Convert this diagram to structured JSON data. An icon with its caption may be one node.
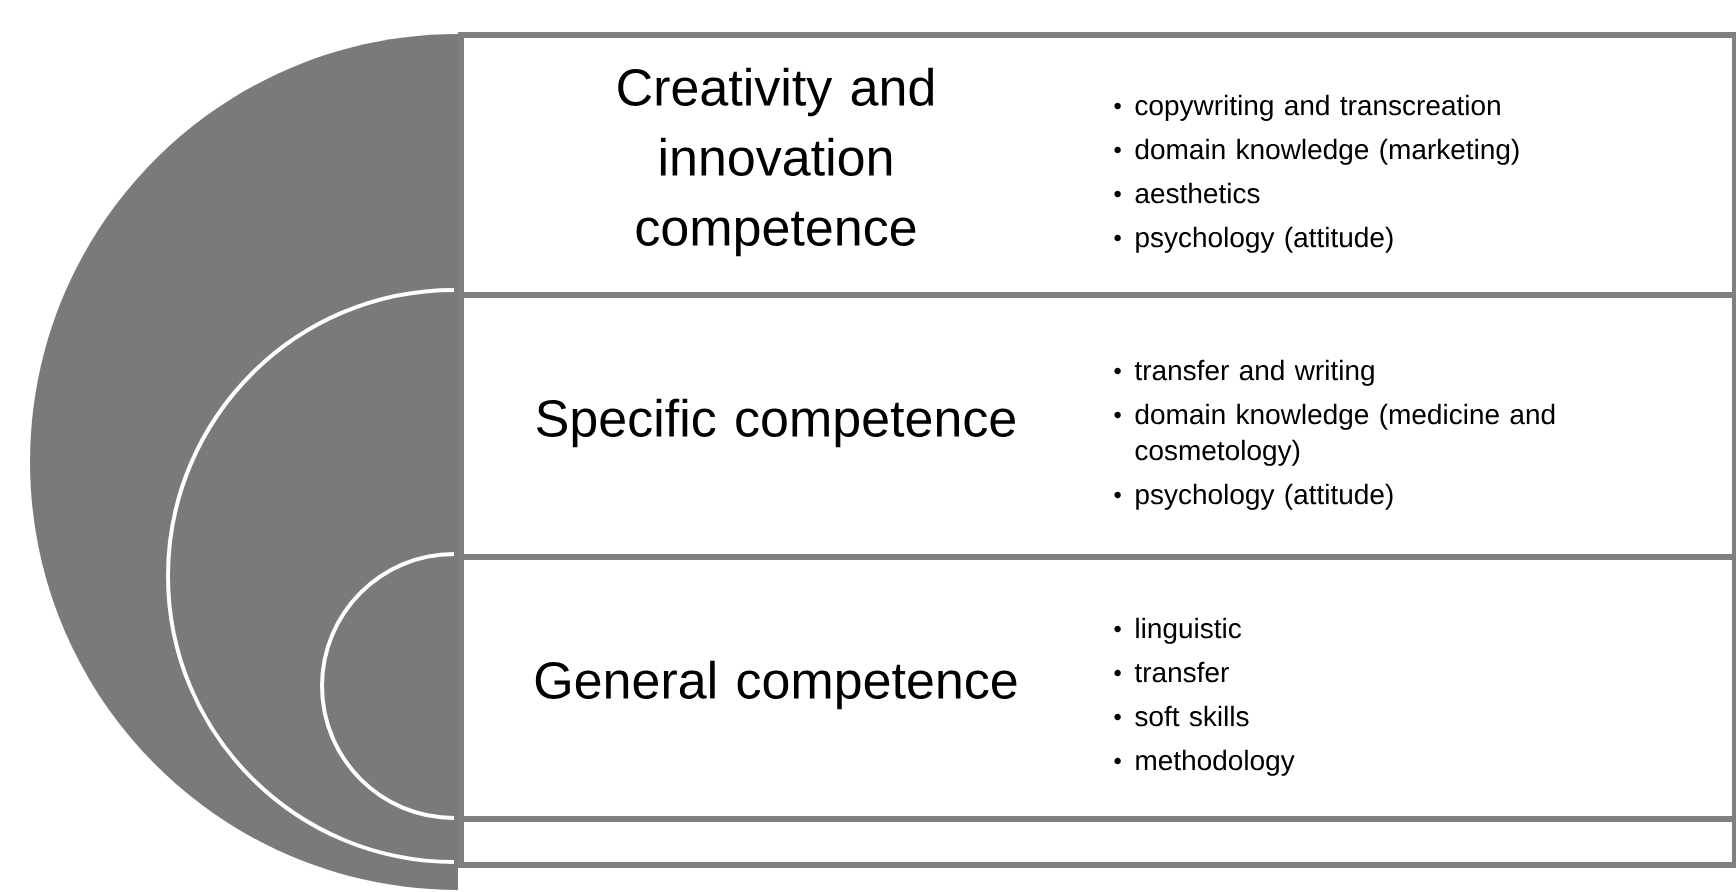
{
  "diagram": {
    "nodes": [
      {
        "text": [
          "Creativity and innovation competence",
          "copywriting and transcreation",
          "domain knowledge (marketing)",
          "aesthetics",
          "psychology (attitude)"
        ]
      },
      {
        "text": [
          "Specific competence",
          "transfer and writing",
          "domain knowledge (medicine and cosmetology)",
          "psychology (attitude)"
        ]
      },
      {
        "text": [
          "General competence",
          "linguistic",
          "transfer",
          "soft skills",
          "methodology"
        ]
      },
      {
        "text": [],
        "shape": "box"
      }
    ]
  }
}
